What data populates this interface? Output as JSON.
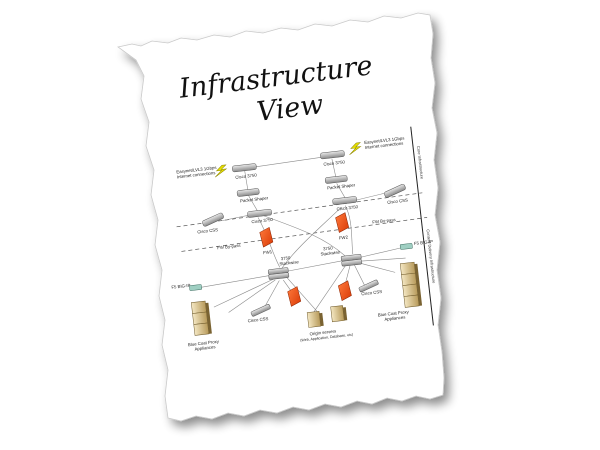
{
  "sheet": {
    "title_line_1": "Infrastructure",
    "title_line_2": "View"
  },
  "diagram": {
    "labels": {
      "wan_left": [
        "Easynet/LVL3 1Gbps",
        "Internet connections"
      ],
      "wan_right": [
        "Easynet/LVL3 1Gbps",
        "Internet connections"
      ],
      "cisco_3750_left_top": "Cisco 3750",
      "cisco_3750_right_top": "Cisco 3750",
      "packet_shaper_left": "Packet Shaper",
      "packet_shaper_right": "Packet Shaper",
      "cisco_css_left": "Cisco CSS",
      "cisco_css_right": "Cisco CSS",
      "cisco_3750_left_mid": "Cisco 3750",
      "cisco_3750_right_mid": "Cisco 3750",
      "fw_bypass_left": "FW By-pass",
      "fw_bypass_right": "FW By-pass",
      "fw1": "FW1",
      "fw2": "FW2",
      "stack_left": [
        "3750",
        "Stackwise"
      ],
      "stack_right": [
        "3750",
        "Stackwise"
      ],
      "f5_left": "F5 BIG-IP",
      "f5_right": "F5 BIG-IP",
      "cisco_css_lower_left": "Cisco CSS",
      "cisco_css_lower_right": "Cisco CSS",
      "bluecoat_left": [
        "Blue Coat Proxy",
        "Appliances"
      ],
      "bluecoat_right": [
        "Blue Coat Proxy",
        "Appliances"
      ],
      "origin_servers": [
        "Origin servers",
        "(Web, Application, Database, etc)"
      ],
      "side_label_top": "Core Infrastructure",
      "side_label_bottom": "Content Delivery Infrastructure"
    }
  }
}
